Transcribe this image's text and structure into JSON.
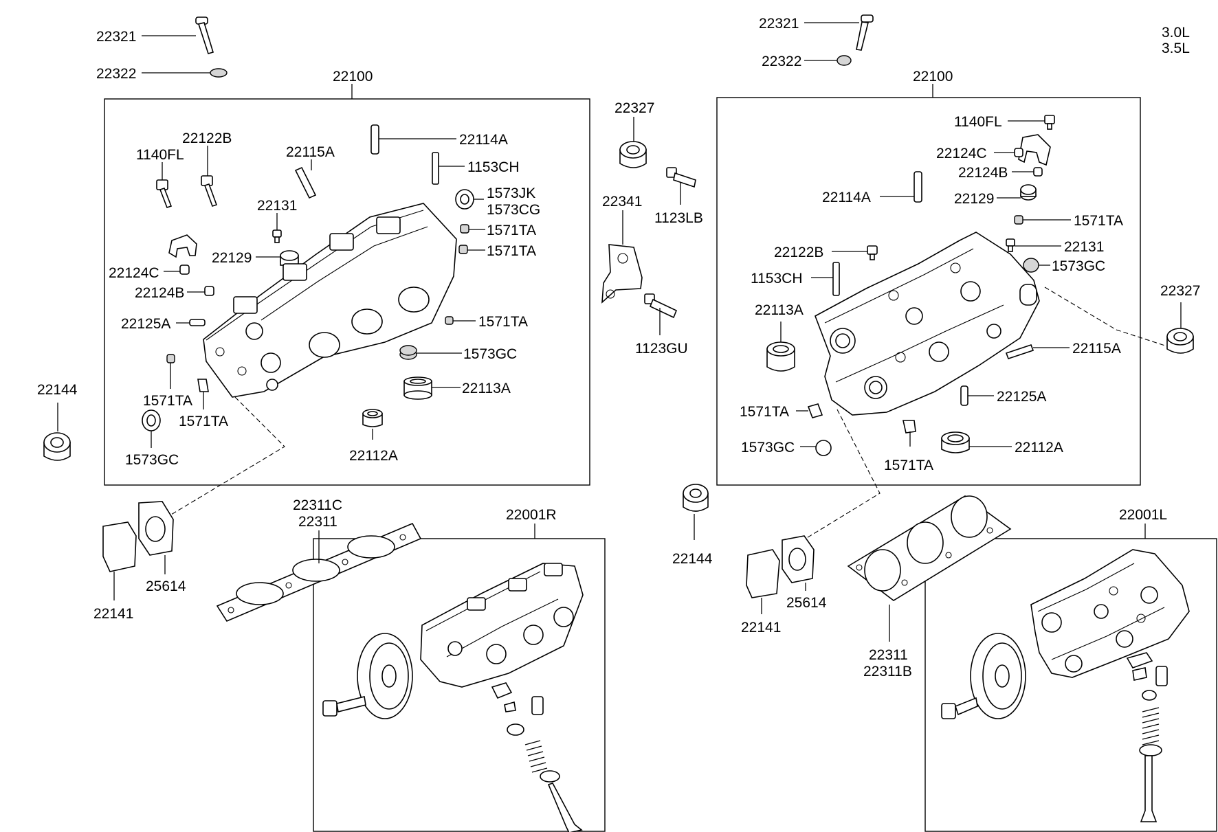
{
  "variant": {
    "line1": "3.0L",
    "line2": "3.5L"
  },
  "labels": {
    "l_22321": "22321",
    "l_22322": "22322",
    "l_22100": "22100",
    "l_22122B": "22122B",
    "l_1140FL": "1140FL",
    "l_22115A": "22115A",
    "l_22114A": "22114A",
    "l_1153CH": "1153CH",
    "l_1573JK": "1573JK",
    "l_1573CG": "1573CG",
    "l_22131": "22131",
    "l_1571TA_1": "1571TA",
    "l_1571TA_2": "1571TA",
    "l_22129": "22129",
    "l_22124C": "22124C",
    "l_22124B": "22124B",
    "l_22125A": "22125A",
    "l_1571TA_3": "1571TA",
    "l_1573GC": "1573GC",
    "l_22113A": "22113A",
    "l_1571TA_4": "1571TA",
    "l_1571TA_5": "1571TA",
    "l_1573GC_2": "1573GC",
    "l_22112A": "22112A",
    "l_22144": "22144",
    "m_22327": "22327",
    "m_22341": "22341",
    "m_1123LB": "1123LB",
    "m_1123GU": "1123GU",
    "m_22144": "22144",
    "r_22321": "22321",
    "r_22322": "22322",
    "r_22100": "22100",
    "r_1140FL": "1140FL",
    "r_22124C": "22124C",
    "r_22124B": "22124B",
    "r_22114A": "22114A",
    "r_22129": "22129",
    "r_1571TA_1": "1571TA",
    "r_22122B": "22122B",
    "r_22131": "22131",
    "r_1153CH": "1153CH",
    "r_1573GC": "1573GC",
    "r_22327": "22327",
    "r_22113A": "22113A",
    "r_22115A": "22115A",
    "r_22125A": "22125A",
    "r_1571TA_2": "1571TA",
    "r_1573GC_2": "1573GC",
    "r_22112A": "22112A",
    "r_1571TA_3": "1571TA",
    "bl_22311C": "22311C",
    "bl_22311": "22311",
    "bl_22001R": "22001R",
    "bl_22141": "22141",
    "bl_25614": "25614",
    "br_25614": "25614",
    "br_22141": "22141",
    "br_22311": "22311",
    "br_22311B": "22311B",
    "br_22001L": "22001L"
  }
}
